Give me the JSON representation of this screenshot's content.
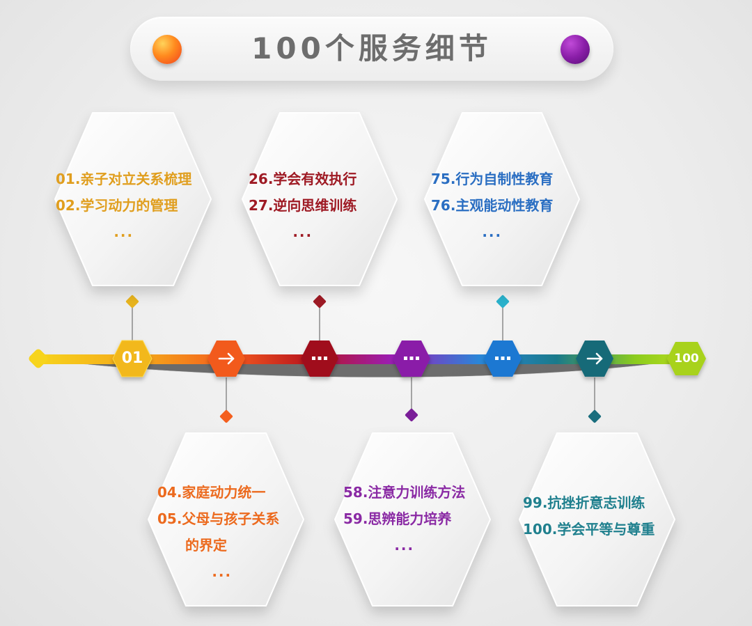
{
  "title": "100个服务细节",
  "colors": {
    "yellow": "#f2c21a",
    "orange": "#f45f1e",
    "red": "#a3141f",
    "purple": "#8a1ea8",
    "blue": "#1e78d2",
    "teal": "#1a6e7e",
    "green": "#a8d21e",
    "card_top_1": "#e0a01e",
    "card_top_2": "#9e1a24",
    "card_top_3": "#2a6ec2",
    "card_bottom_1": "#ec6a1e",
    "card_bottom_2": "#8a2aa4",
    "card_bottom_3": "#20808e"
  },
  "timeline": {
    "start_marker": "",
    "nodes": [
      {
        "label": "01",
        "icon": ""
      },
      {
        "label": "",
        "icon": "arrow-right-icon"
      },
      {
        "label": "",
        "icon": "ellipsis-icon"
      },
      {
        "label": "",
        "icon": "ellipsis-icon"
      },
      {
        "label": "",
        "icon": "ellipsis-icon"
      },
      {
        "label": "",
        "icon": "arrow-right-icon"
      },
      {
        "label": "100",
        "icon": ""
      }
    ]
  },
  "cards_top": [
    {
      "lines": [
        "01.亲子对立关系梳理",
        "02.学习动力的管理"
      ],
      "dots": "..."
    },
    {
      "lines": [
        "26.学会有效执行",
        "27.逆向思维训练"
      ],
      "dots": "..."
    },
    {
      "lines": [
        "75.行为自制性教育",
        "76.主观能动性教育"
      ],
      "dots": "..."
    }
  ],
  "cards_bottom": [
    {
      "lines": [
        "04.家庭动力统一",
        "05.父母与孩子关系"
      ],
      "continuation": "的界定",
      "dots": "..."
    },
    {
      "lines": [
        "58.注意力训练方法",
        "59.思辨能力培养"
      ],
      "dots": "..."
    },
    {
      "lines": [
        "99.抗挫折意志训练",
        "100.学会平等与尊重"
      ]
    }
  ]
}
